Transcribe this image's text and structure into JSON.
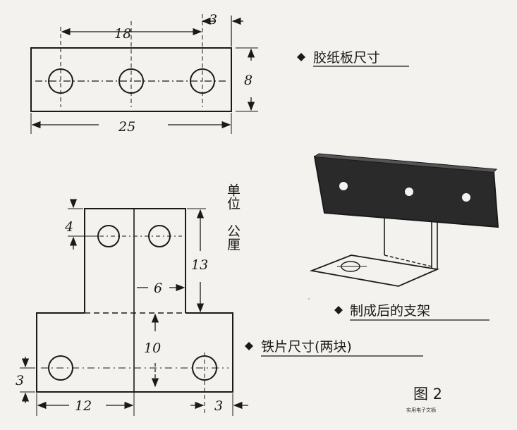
{
  "figure": {
    "title": "图 2",
    "caption_small": "实用电子文摘"
  },
  "labels": {
    "paper_board": "胶纸板尺寸",
    "iron_sheet": "铁片尺寸(两块)",
    "finished_bracket": "制成后的支架",
    "unit_line1": "单位",
    "unit_line2": "公厘"
  },
  "dims": {
    "d18": "18",
    "d3a": "3",
    "d8": "8",
    "d25": "25",
    "d4": "4",
    "d13": "13",
    "d6": "6",
    "d10": "10",
    "d3b": "3",
    "d12": "12",
    "d3c": "3"
  },
  "colors": {
    "ink": "#1a1a1a",
    "paper": "#f4f2ee",
    "board_fill": "#2a2a2a"
  }
}
